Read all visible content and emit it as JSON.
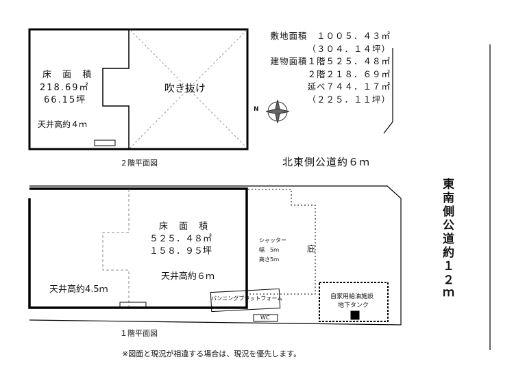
{
  "floor2": {
    "floor_area_label": "床 面 積",
    "area_m2": "218.69㎡",
    "area_tsubo": "66.15坪",
    "ceiling": "天井高約４ｍ",
    "void_label": "吹き抜け",
    "caption": "２階平面図"
  },
  "floor1": {
    "floor_area_label": "床 面 積",
    "area_m2": "５２５．４８㎡",
    "area_tsubo": "１５８．９５坪",
    "ceiling_left": "天井高約4.5ｍ",
    "ceiling_right": "天井高約６ｍ",
    "shutter_title": "シャッター",
    "shutter_width": "幅　5ｍ",
    "shutter_height": "高さ5ｍ",
    "canopy": "庇",
    "platform": "バンニングプラットフォーム",
    "wc": "WC",
    "fuel_facility": "自家用給油施設",
    "underground_tank": "地下タンク",
    "caption": "１階平面図"
  },
  "site_info": {
    "lines": [
      "敷地面積　１００５．４３㎡",
      "（３０４．１４坪）",
      "建物面積１階５２５．４８㎡",
      "２階２１８．６９㎡",
      "延べ７４４．１７㎡",
      "（２２５．１１坪）"
    ],
    "north": "N"
  },
  "roads": {
    "northeast": "北東側公道約６ｍ",
    "southeast": "東南側公道約１２ｍ"
  },
  "note": "※図面と現況が相違する場合は、現況を優先します。"
}
